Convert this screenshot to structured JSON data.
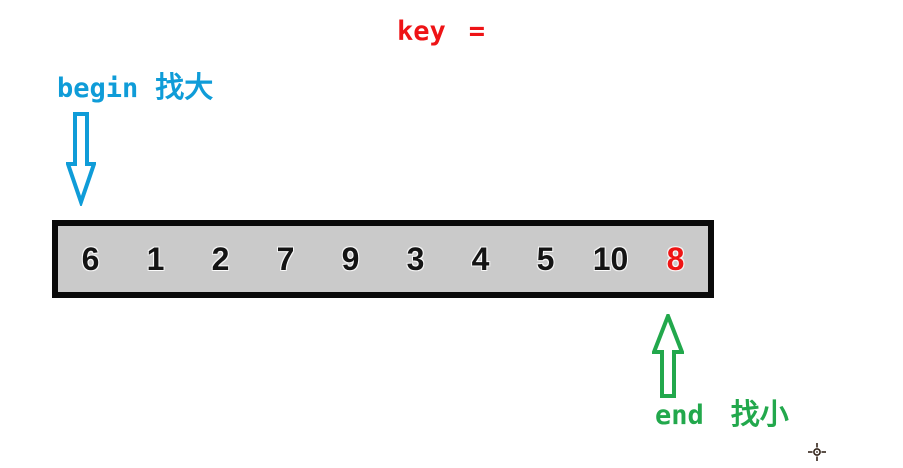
{
  "key_annotation": {
    "word": "key",
    "equals": "=",
    "value_shown": ""
  },
  "begin_annotation": {
    "label": "begin",
    "note_zh": "找大"
  },
  "end_annotation": {
    "label": "end",
    "note_zh": "找小"
  },
  "array": {
    "cells": [
      {
        "value": "6",
        "highlighted": false
      },
      {
        "value": "1",
        "highlighted": false
      },
      {
        "value": "2",
        "highlighted": false
      },
      {
        "value": "7",
        "highlighted": false
      },
      {
        "value": "9",
        "highlighted": false
      },
      {
        "value": "3",
        "highlighted": false
      },
      {
        "value": "4",
        "highlighted": false
      },
      {
        "value": "5",
        "highlighted": false
      },
      {
        "value": "10",
        "highlighted": false
      },
      {
        "value": "8",
        "highlighted": true
      }
    ]
  },
  "icons": {
    "begin_arrow": "down-arrow",
    "end_arrow": "up-arrow",
    "cursor": "crosshair"
  },
  "colors": {
    "key_red": "#ee1316",
    "begin_blue": "#0f9cd8",
    "end_green": "#22a84c",
    "number_black": "#141414",
    "highlight_red": "#ee1414",
    "box_fill": "#cacaca",
    "box_border": "#0a0a0a",
    "arrow_fill": "#ffffff",
    "cursor_dark": "#33241a"
  }
}
